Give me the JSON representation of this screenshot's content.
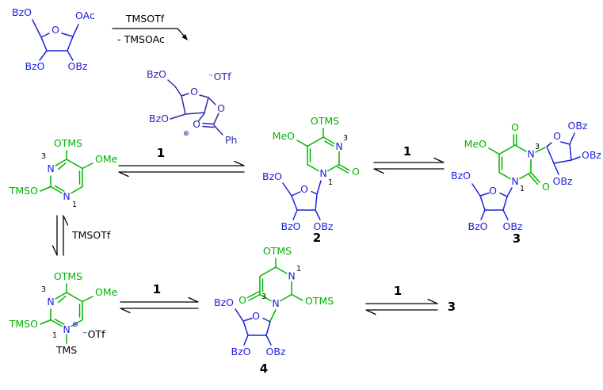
{
  "colors": {
    "sugar_blue": "#1e1ee0",
    "cation_navy": "#2b2ba8",
    "base_green": "#00b400",
    "text_black": "#000000",
    "background": "#ffffff"
  },
  "labels": {
    "sugarAcetate": {
      "bzoTop": "BzO",
      "oac": "OAc",
      "ringO": "O",
      "bzoBottom": "BzO",
      "obzBottom": "OBz"
    },
    "topArrow": {
      "reagent": "TMSOTf",
      "byproduct": "- TMSOAc"
    },
    "cation": {
      "bzoTop": "BzO",
      "triflate": "⁻OTf",
      "ringO": "O",
      "bzoLeft": "BzO",
      "oRight": "O",
      "oLeft": "O",
      "plus": "⊕",
      "ph": "Ph"
    },
    "baseTop": {
      "otms": "OTMS",
      "pos3": "3",
      "n3": "N",
      "ome": "OMe",
      "tmso": "TMSO",
      "n1": "N",
      "pos1": "1"
    },
    "eq": {
      "one": "1",
      "tmsotf": "TMSOTf",
      "three": "3"
    },
    "c2": {
      "otms": "OTMS",
      "pos3": "3",
      "n3": "N",
      "meo": "MeO",
      "carbonylO": "O",
      "n1": "N",
      "pos1": "1",
      "num": "2",
      "sBzoTop": "BzO",
      "sRingO": "O",
      "sBzoBottom": "BzO",
      "sObzBottom": "OBz"
    },
    "c3": {
      "topO": "O",
      "pos3": "3",
      "n3": "N",
      "meo": "MeO",
      "carbonylO": "O",
      "n1": "N",
      "pos1": "1",
      "num": "3",
      "s1ObzTop": "OBz",
      "s1RingO": "O",
      "s1ObzRight": "OBz",
      "s1ObzBottom": "OBz",
      "s2BzoTop": "BzO",
      "s2RingO": "O",
      "s2BzoBottom": "BzO",
      "s2ObzBottom": "OBz"
    },
    "baseBottom": {
      "otms": "OTMS",
      "pos3": "3",
      "n3": "N",
      "ome": "OMe",
      "tmso": "TMSO",
      "n1": "N",
      "plus": "⊕",
      "pos1": "1",
      "triflate": "⁻OTf",
      "tms": "TMS"
    },
    "c4": {
      "otmsTop": "OTMS",
      "pos1": "1",
      "n1": "N",
      "otmsRight": "OTMS",
      "n3": "N",
      "pos3": "3",
      "carbonylO": "O",
      "num": "4",
      "sBzoTop": "BzO",
      "sRingO": "O",
      "sBzoBottom": "BzO",
      "sObzBottom": "OBz"
    }
  }
}
